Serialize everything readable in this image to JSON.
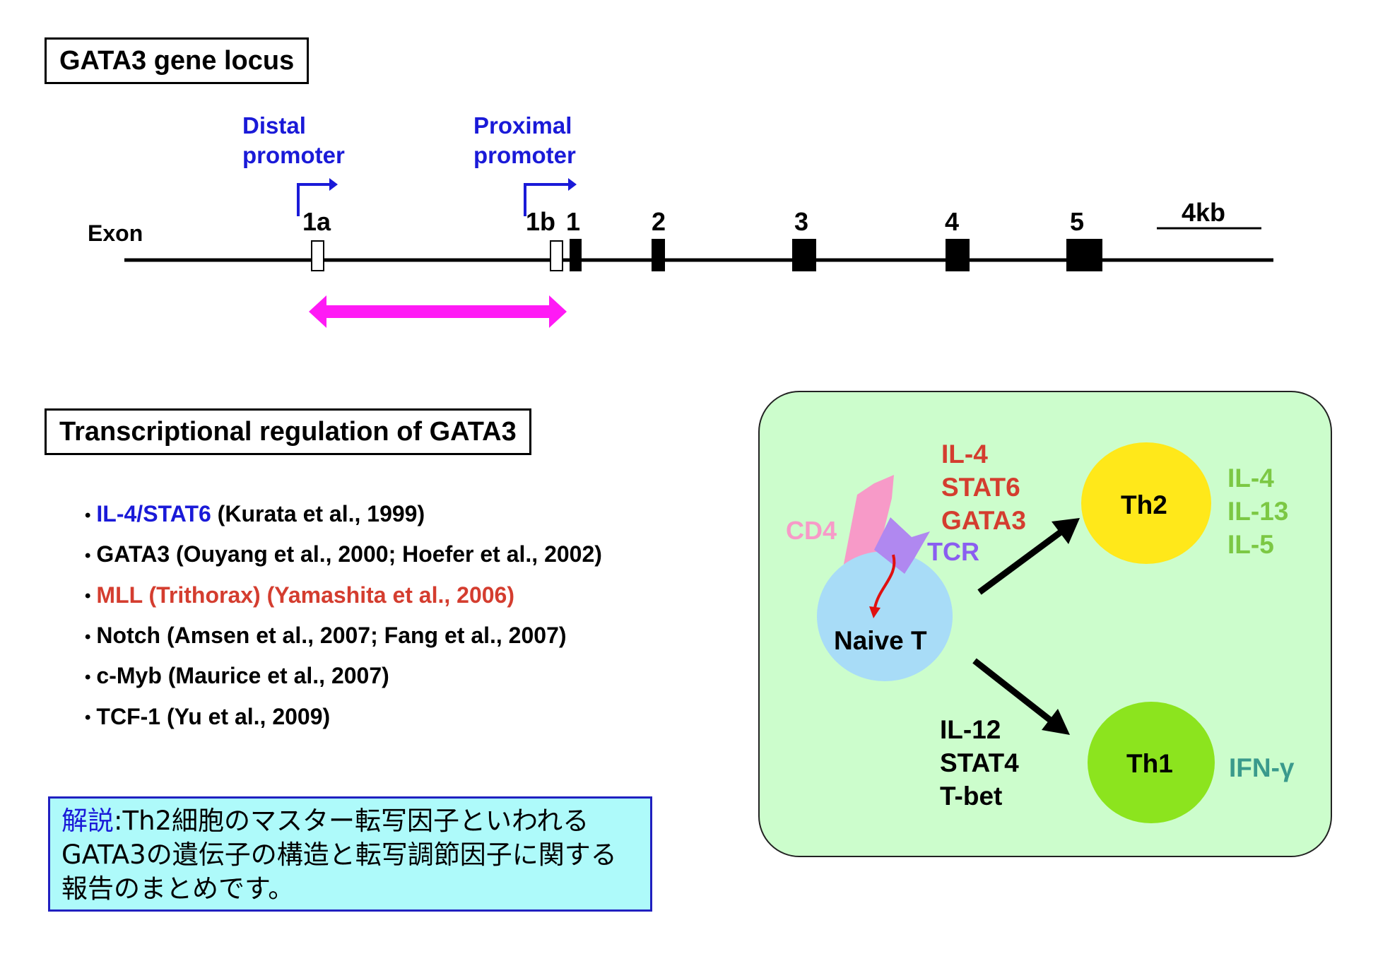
{
  "gene_locus": {
    "title": "GATA3 gene locus",
    "exon_label": "Exon",
    "distal_promoter": [
      "Distal",
      "promoter"
    ],
    "proximal_promoter": [
      "Proximal",
      "promoter"
    ],
    "exons": [
      "1a",
      "1b",
      "1",
      "2",
      "3",
      "4",
      "5"
    ],
    "scale_bar_label": "4kb"
  },
  "regulation": {
    "title": "Transcriptional regulation of GATA3",
    "refs": [
      {
        "highlight": "IL-4/STAT6",
        "text": " (Kurata et al., 1999)",
        "color": "#1a1ad8"
      },
      {
        "highlight": "",
        "text": "GATA3 (Ouyang et al., 2000; Hoefer et al., 2002)",
        "color": "#000000"
      },
      {
        "highlight": "MLL (Trithorax) (Yamashita et al., 2006)",
        "text": "",
        "color": "#d43d2f"
      },
      {
        "highlight": "",
        "text": "Notch (Amsen et al., 2007; Fang et al., 2007)",
        "color": "#000000"
      },
      {
        "highlight": "",
        "text": "c-Myb (Maurice et al., 2007)",
        "color": "#000000"
      },
      {
        "highlight": "",
        "text": "TCF-1 (Yu et al., 2009)",
        "color": "#000000"
      }
    ]
  },
  "note": {
    "label": "解説",
    "separator": ":",
    "text": "Th2細胞のマスター転写因子といわれるGATA3の遺伝子の構造と転写調節因子に関する報告のまとめです。"
  },
  "cell_diagram": {
    "naive_t": "Naive T",
    "cd4": "CD4",
    "tcr": "TCR",
    "th2": "Th2",
    "th1": "Th1",
    "th2_inducers": [
      "IL-4",
      "STAT6",
      "GATA3"
    ],
    "th1_inducers": [
      "IL-12",
      "STAT4",
      "T-bet"
    ],
    "th2_cytokines": [
      "IL-4",
      "IL-13",
      "IL-5"
    ],
    "th1_cytokines": [
      "IFN-γ"
    ],
    "colors": {
      "panel": "#ccfdcc",
      "naive": "#a8dcf7",
      "th2": "#ffe81a",
      "th1": "#8ce41e",
      "cd4": "#f79ac8",
      "tcr": "#b088f0",
      "inducer_red": "#d43d2f",
      "cytokine_green": "#7cc844",
      "ifn_teal": "#3a9a8c"
    }
  },
  "colors": {
    "promoter_blue": "#1a1ad8",
    "span_magenta": "#ff1af5",
    "note_bg": "#aefafa"
  }
}
